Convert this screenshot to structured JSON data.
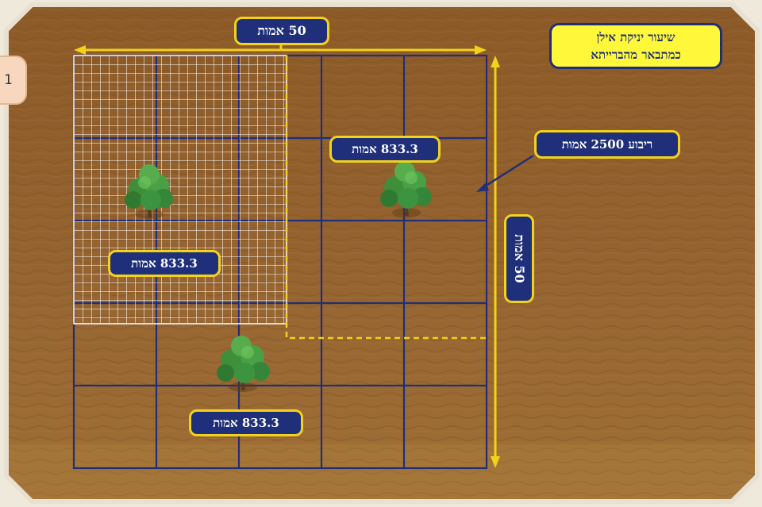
{
  "page_tab": "1",
  "title": {
    "line1": "שיעור יניקת אילן",
    "line2": "כמתבאר מהברייתא"
  },
  "labels": {
    "top_width": "50 אמות",
    "side_height": "50 אמות",
    "square_area": "ריבוע 2500 אמות",
    "region_top_right": "833.3 אמות",
    "region_top_left": "833.3 אמות",
    "region_bottom": "833.3 אמות"
  },
  "colors": {
    "ground": "#8a5a28",
    "grid_line": "#1f2f7a",
    "accent_yellow": "#f2d21b",
    "pill_fill": "#1f2f7a",
    "title_fill": "#fff83a"
  },
  "icons": [
    "tree-icon",
    "tree-icon",
    "tree-icon"
  ]
}
